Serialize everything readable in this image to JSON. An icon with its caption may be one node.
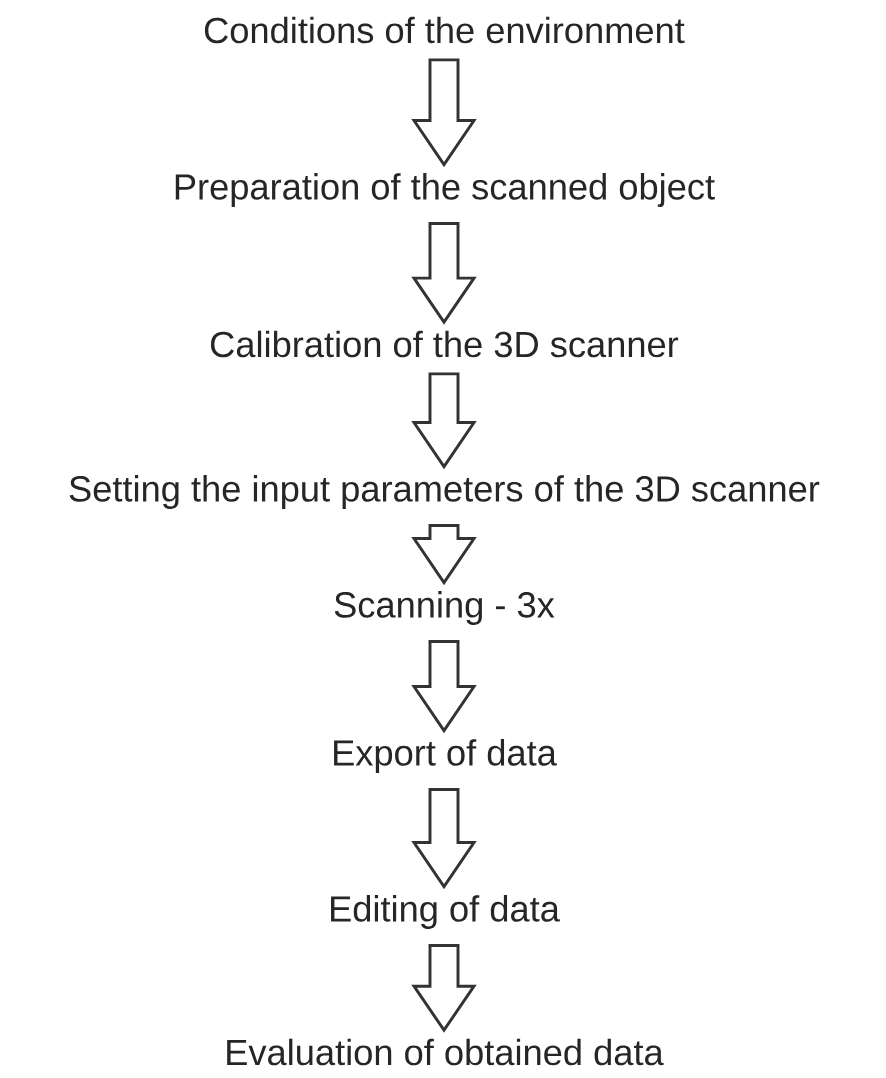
{
  "diagram": {
    "nodes": [
      {
        "text": [
          "Conditions of the environment"
        ]
      },
      {
        "text": [
          "Preparation of the scanned object"
        ]
      },
      {
        "text": [
          "Calibration of the 3D scanner"
        ]
      },
      {
        "text": [
          "Setting the input parameters of the 3D scanner"
        ]
      },
      {
        "text": [
          "Scanning - 3x"
        ]
      },
      {
        "text": [
          "Export of data"
        ]
      },
      {
        "text": [
          "Editing of data"
        ]
      },
      {
        "text": [
          "Evaluation of obtained data"
        ]
      }
    ],
    "edges": [
      {
        "from": 0,
        "to": 1,
        "arrow": "to"
      },
      {
        "from": 1,
        "to": 2,
        "arrow": "to"
      },
      {
        "from": 2,
        "to": 3,
        "arrow": "to"
      },
      {
        "from": 3,
        "to": 4,
        "arrow": "to"
      },
      {
        "from": 4,
        "to": 5,
        "arrow": "to"
      },
      {
        "from": 5,
        "to": 6,
        "arrow": "to"
      },
      {
        "from": 6,
        "to": 7,
        "arrow": "to"
      }
    ]
  }
}
